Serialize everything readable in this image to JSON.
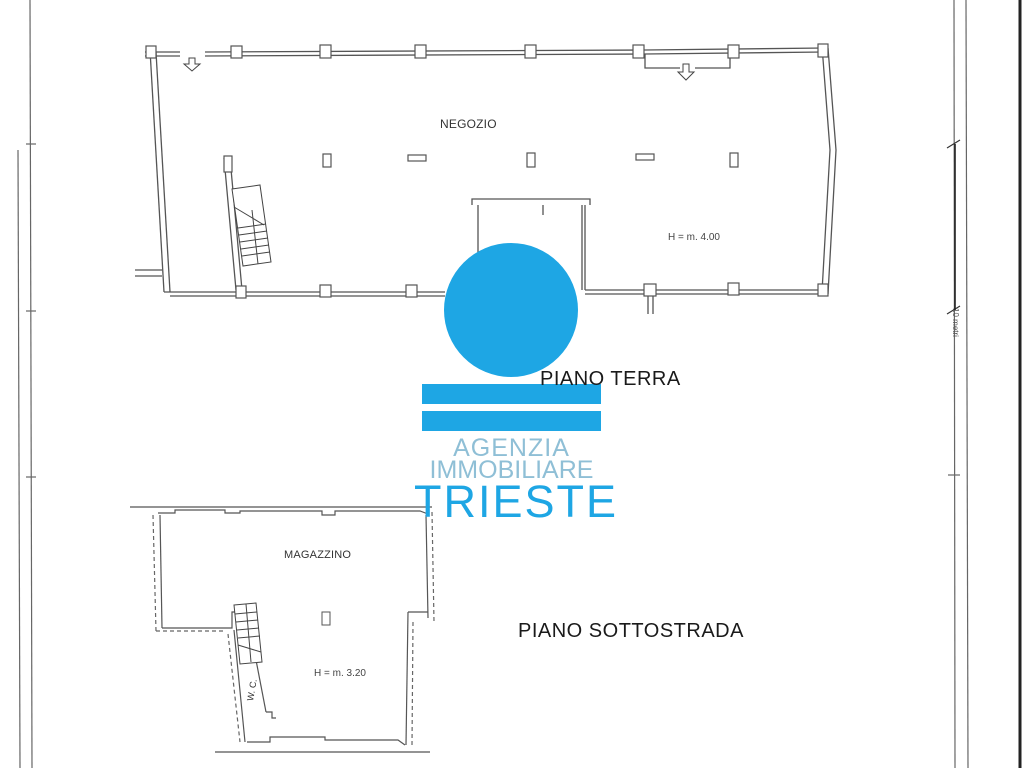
{
  "document": {
    "type": "floor-plan",
    "accent_color": "#1ea6e4",
    "line_color": "#555555"
  },
  "floors": [
    {
      "title": "PIANO  TERRA",
      "rooms": [
        {
          "name": "NEGOZIO",
          "height_label": "H = m. 4.00"
        }
      ]
    },
    {
      "title": "PIANO  SOTTOSTRADA",
      "rooms": [
        {
          "name": "MAGAZZINO",
          "height_label": "H = m. 3.20"
        },
        {
          "name": "W. C."
        }
      ]
    }
  ],
  "scale_bar": {
    "label": "10 metri"
  },
  "watermark": {
    "line1": "AGENZIA",
    "line2": "IMMOBILIARE",
    "line3": "TRIESTE",
    "circle_color": "#1ea6e4",
    "bar_color": "#1ea6e4",
    "text_color_light": "#8fbfd6",
    "text_color_strong": "#1ea6e4"
  }
}
